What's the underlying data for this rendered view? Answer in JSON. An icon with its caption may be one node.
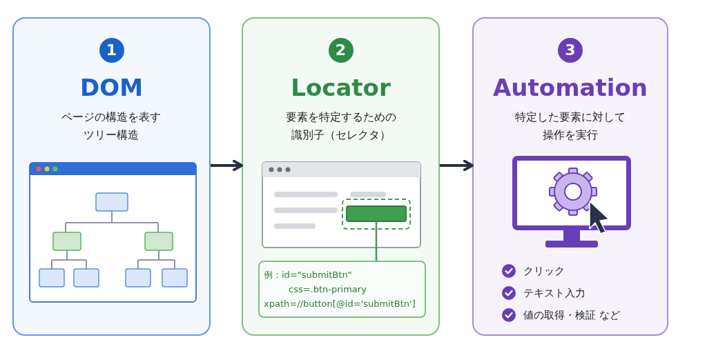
{
  "diagram": {
    "nodes": [
      {
        "text": [
          "1",
          "DOM",
          "ページの構造を表すツリー構造"
        ]
      },
      {
        "text": [
          "2",
          "Locator",
          "要素を特定するための識別子（セレクタ）"
        ]
      },
      {
        "text": [],
        "shape": "box",
        "in": 1
      },
      {
        "text": [
          "例：id=\"submitBtn\"",
          "css=.btn-primary",
          "xpath=//button[@id='submitBtn']"
        ],
        "in": 1
      },
      {
        "text": [
          "3",
          "Automation",
          "特定した要素に対して操作を実行"
        ]
      }
    ],
    "edges": [
      {
        "from": 0,
        "to": 1,
        "arrow": "to"
      },
      {
        "from": 2,
        "to": 3,
        "arrow": "none",
        "color": "#3f9e4f"
      },
      {
        "from": 1,
        "to": 4,
        "arrow": "to"
      }
    ],
    "labels": [
      "クリック",
      "テキスト入力",
      "値の取得・検証 など"
    ]
  }
}
